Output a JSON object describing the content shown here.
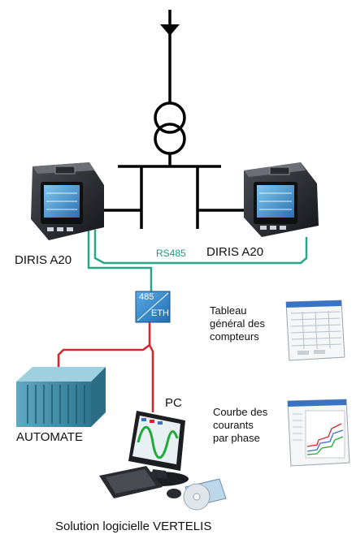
{
  "meters": {
    "left_label": "DIRIS A20",
    "right_label": "DIRIS A20"
  },
  "bus": {
    "rs485_label": "RS485"
  },
  "converter": {
    "top_label": "485",
    "bottom_label": "ETH"
  },
  "automate": {
    "label": "AUTOMATE"
  },
  "pc": {
    "label": "PC"
  },
  "screens": {
    "table_label_lines": [
      "Tableau",
      "général des",
      "compteurs"
    ],
    "curve_label_lines": [
      "Courbe des",
      "courants",
      "par phase"
    ]
  },
  "footer": {
    "caption": "Solution logicielle VERTELIS"
  },
  "colors": {
    "rs485_cable": "#2aa58a",
    "ethernet_cable": "#d8232a",
    "power_line": "#000000",
    "converter_fill": "#3d8fd0",
    "automate_fill": "#3f8fa8"
  }
}
